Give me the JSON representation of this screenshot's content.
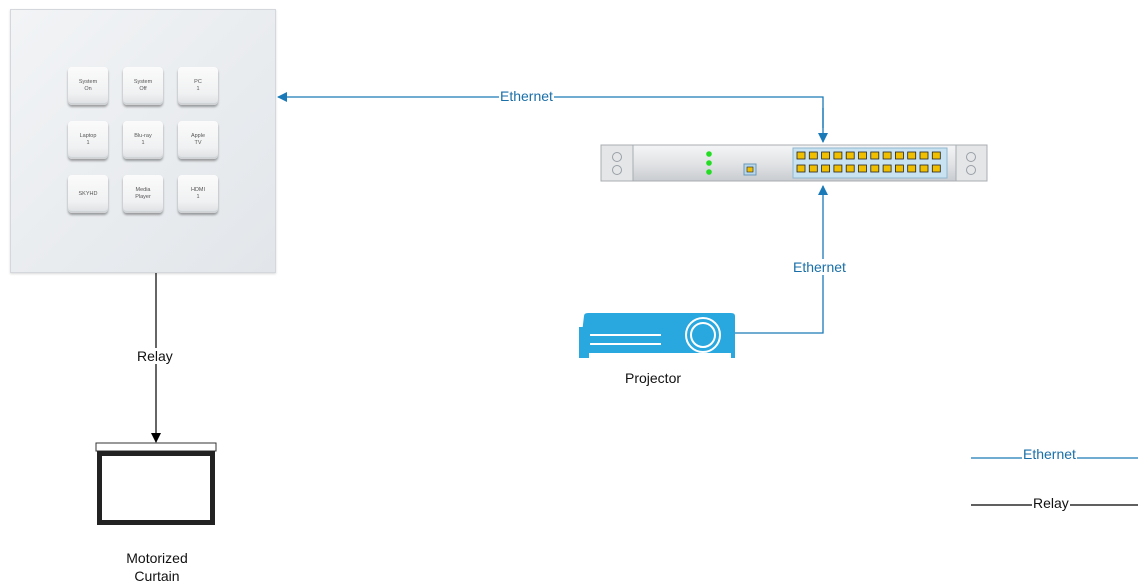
{
  "keypad": {
    "buttons": [
      [
        "System On",
        "System Off",
        "PC 1"
      ],
      [
        "Laptop 1",
        "Blu-ray 1",
        "Apple TV"
      ],
      [
        "SKYHD",
        "Media Player",
        "HDMI 1"
      ]
    ]
  },
  "connections": {
    "keypad_switch": "Ethernet",
    "projector_switch": "Ethernet",
    "keypad_curtain": "Relay"
  },
  "devices": {
    "projector": "Projector",
    "curtain": "Motorized Curtain"
  },
  "legend": {
    "ethernet": "Ethernet",
    "relay": "Relay"
  },
  "colors": {
    "ethernet_line": "#1a7ab8",
    "relay_line": "#000000",
    "projector": "#29a8e0",
    "switch_led": "#22dd22",
    "port": "#f0c000"
  }
}
